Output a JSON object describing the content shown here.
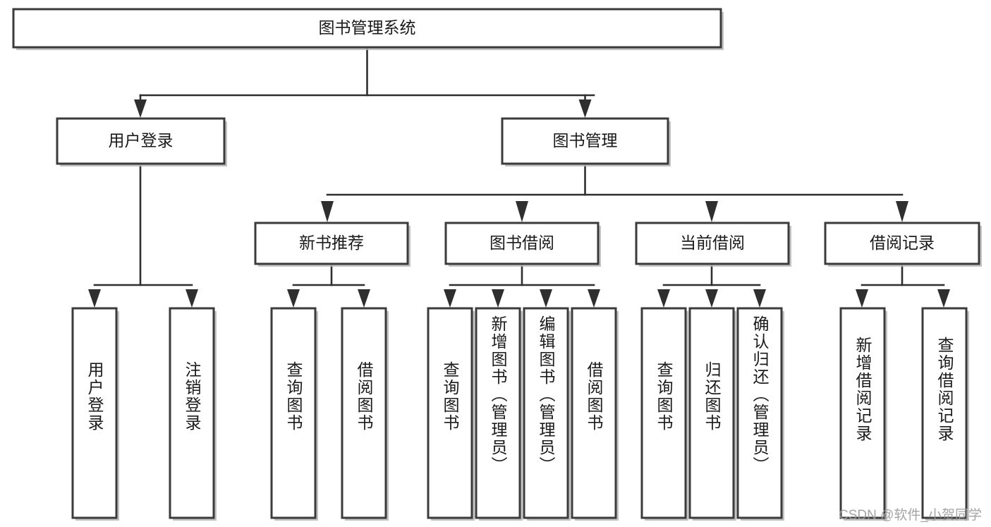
{
  "diagram": {
    "type": "tree-hierarchy",
    "title": "图书管理系统",
    "orientation": "top-down",
    "levels": 4,
    "root": {
      "id": "root",
      "label": "图书管理系统",
      "orientation": "horizontal"
    },
    "level2": [
      {
        "id": "user-login",
        "label": "用户登录",
        "orientation": "horizontal"
      },
      {
        "id": "book-manage",
        "label": "图书管理",
        "orientation": "horizontal"
      }
    ],
    "level3": [
      {
        "id": "new-book-rec",
        "label": "新书推荐",
        "parent": "book-manage",
        "orientation": "horizontal"
      },
      {
        "id": "book-borrow",
        "label": "图书借阅",
        "parent": "book-manage",
        "orientation": "horizontal"
      },
      {
        "id": "current-borrow",
        "label": "当前借阅",
        "parent": "book-manage",
        "orientation": "horizontal"
      },
      {
        "id": "borrow-record",
        "label": "借阅记录",
        "parent": "book-manage",
        "orientation": "horizontal"
      }
    ],
    "leaves": [
      {
        "id": "leaf-user-login",
        "label": "用户登录",
        "parent": "user-login",
        "orientation": "vertical"
      },
      {
        "id": "leaf-logout",
        "label": "注销登录",
        "parent": "user-login",
        "orientation": "vertical"
      },
      {
        "id": "leaf-query-book-1",
        "label": "查询图书",
        "parent": "new-book-rec",
        "orientation": "vertical"
      },
      {
        "id": "leaf-borrow-book-1",
        "label": "借阅图书",
        "parent": "new-book-rec",
        "orientation": "vertical"
      },
      {
        "id": "leaf-query-book-2",
        "label": "查询图书",
        "parent": "book-borrow",
        "orientation": "vertical"
      },
      {
        "id": "leaf-add-book",
        "label": "新增图书（管理员）",
        "parent": "book-borrow",
        "orientation": "vertical"
      },
      {
        "id": "leaf-edit-book",
        "label": "编辑图书（管理员）",
        "parent": "book-borrow",
        "orientation": "vertical"
      },
      {
        "id": "leaf-borrow-book-2",
        "label": "借阅图书",
        "parent": "book-borrow",
        "orientation": "vertical"
      },
      {
        "id": "leaf-query-book-3",
        "label": "查询图书",
        "parent": "current-borrow",
        "orientation": "vertical"
      },
      {
        "id": "leaf-return-book",
        "label": "归还图书",
        "parent": "current-borrow",
        "orientation": "vertical"
      },
      {
        "id": "leaf-confirm-return",
        "label": "确认归还（管理员）",
        "parent": "current-borrow",
        "orientation": "vertical"
      },
      {
        "id": "leaf-add-record",
        "label": "新增借阅记录",
        "parent": "borrow-record",
        "orientation": "vertical"
      },
      {
        "id": "leaf-query-record",
        "label": "查询借阅记录",
        "parent": "borrow-record",
        "orientation": "vertical"
      }
    ]
  },
  "watermark": {
    "text": "CSDN @软件_小贺同学"
  },
  "colors": {
    "background": "#ffffff",
    "box_stroke": "#3b3b3b",
    "box_fill": "#ffffff",
    "connector": "#2f2f2f",
    "text": "#1a1a1a",
    "watermark": "#9b9b9b",
    "shadow": "#b8b8b8"
  }
}
